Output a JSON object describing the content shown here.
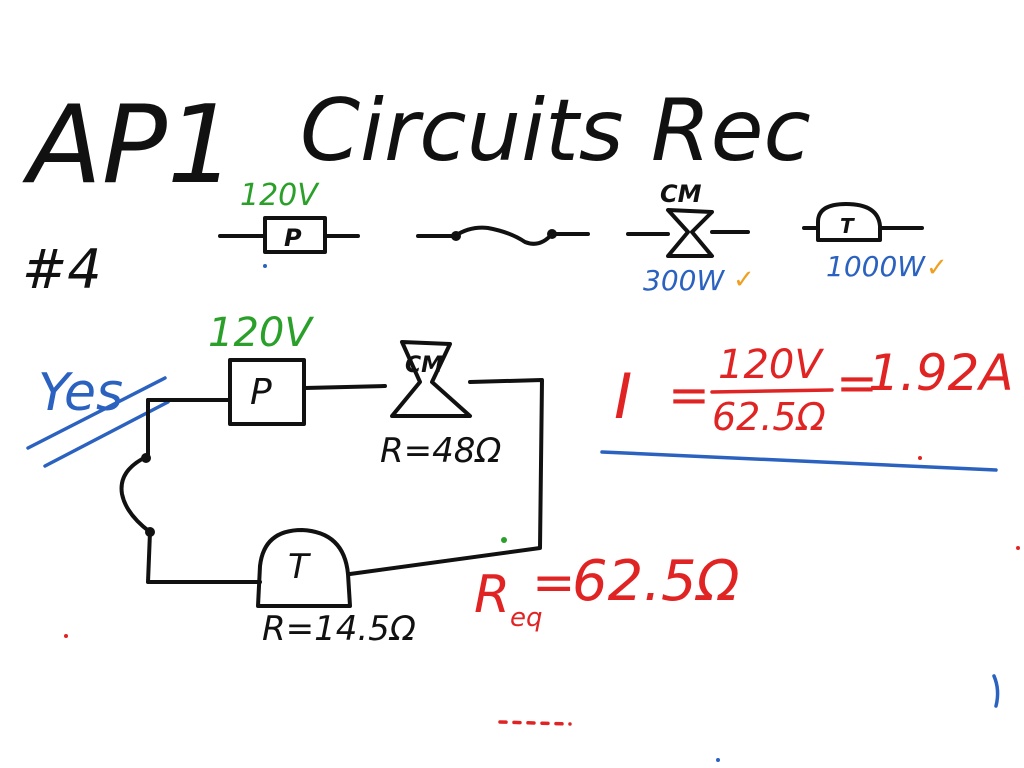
{
  "title": {
    "left": "AP1",
    "right": "Circuits Rec",
    "problem_number": "#4"
  },
  "legend": {
    "power_source_voltage": "120V",
    "power_source_symbol": "P",
    "can_motor_symbol": "CM",
    "can_motor_power": "300W",
    "toaster_symbol": "T",
    "toaster_power": "1000W",
    "check_mark": "✓"
  },
  "circuit": {
    "answer": "Yes",
    "source_voltage": "120V",
    "source_symbol": "P",
    "motor_symbol": "CM",
    "motor_resistance": "R=48Ω",
    "toaster_symbol": "T",
    "toaster_resistance": "R=14.5Ω"
  },
  "equations": {
    "current_symbol": "I",
    "equals": "=",
    "numerator": "120V",
    "denominator": "62.5Ω",
    "current_result": "1.92A",
    "req_symbol": "R",
    "req_subscript": "eq",
    "req_value": "62.5Ω"
  },
  "colors": {
    "black": "#111111",
    "green": "#2aa02a",
    "blue": "#2b62c0",
    "red": "#e02424",
    "orange": "#f0a020"
  }
}
